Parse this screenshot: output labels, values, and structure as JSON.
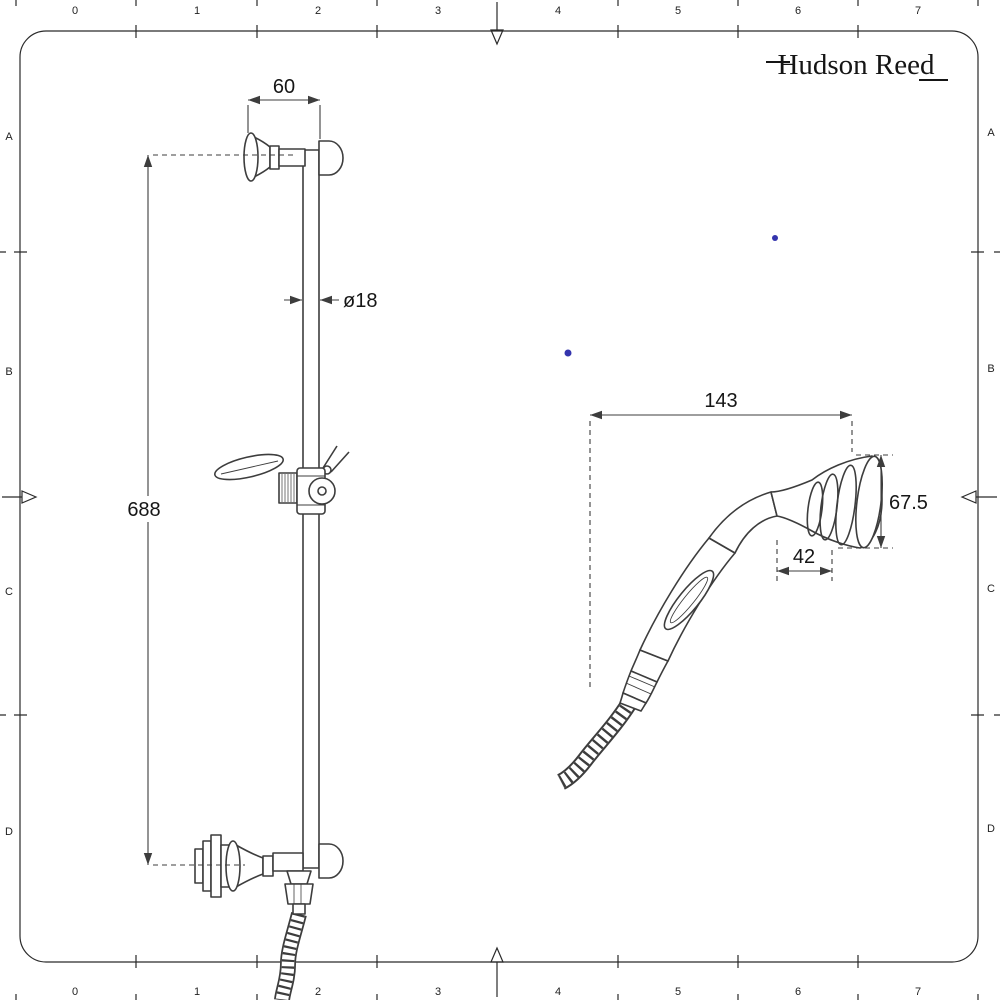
{
  "brand": {
    "name": "Hudson Reed"
  },
  "drawing": {
    "dims": {
      "bracket_width": "60",
      "rail_diameter": "ø18",
      "rail_length": "688",
      "handset_length": "143",
      "head_height": "67.5",
      "head_depth": "42"
    }
  },
  "rulers": {
    "top": [
      "0",
      "1",
      "2",
      "3",
      "4",
      "5",
      "6",
      "7"
    ],
    "bottom": [
      "0",
      "1",
      "2",
      "3",
      "4",
      "5",
      "6",
      "7"
    ],
    "left": [
      "A",
      "B",
      "C",
      "D"
    ],
    "right": [
      "A",
      "B",
      "C",
      "D"
    ]
  },
  "colors": {
    "line": "#3d3d3d",
    "accent_dot": "#3434ad"
  }
}
